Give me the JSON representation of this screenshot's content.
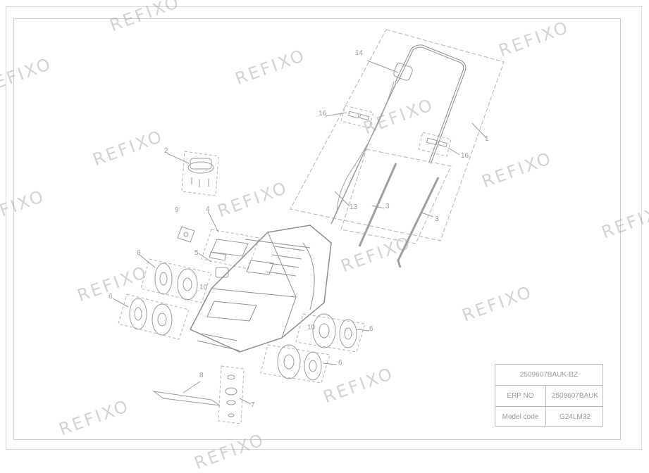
{
  "watermark": "REFIXO",
  "callouts": {
    "c1": "1",
    "c2": "2",
    "c3a": "3",
    "c3b": "3",
    "c4": "4",
    "c5": "5",
    "c6a": "6",
    "c6b": "6",
    "c6c": "6",
    "c6d": "6",
    "c7": "7",
    "c8": "8",
    "c9": "9",
    "c10a": "10",
    "c10b": "10",
    "c13": "13",
    "c14": "14",
    "c16a": "16",
    "c16b": "16"
  },
  "title_block": {
    "drawing_number": "2509607BAUK-BZ",
    "erp_label": "ERP NO",
    "erp_value": "2509607BAUK",
    "model_label": "Model code",
    "model_value": "G24LM32"
  }
}
